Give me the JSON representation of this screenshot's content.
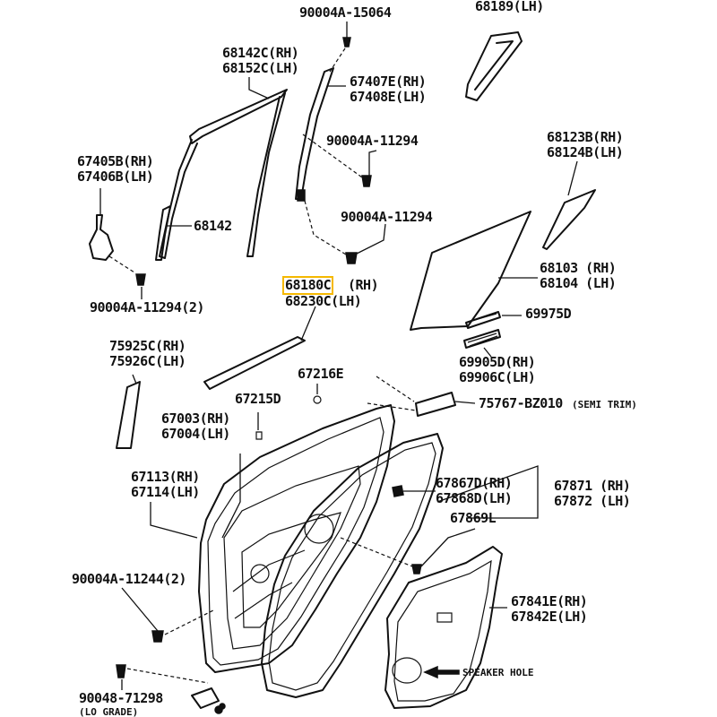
{
  "parts": {
    "p90004A_15064": "90004A-15064",
    "p68189": "68189(LH)",
    "p68142C": "68142C(RH)",
    "p68152C": "68152C(LH)",
    "p67407E": "67407E(RH)",
    "p67408E": "67408E(LH)",
    "p90004A_11294_a": "90004A-11294",
    "p90004A_11294_b": "90004A-11294",
    "p67405B": "67405B(RH)",
    "p67406B": "67406B(LH)",
    "p68142": "68142",
    "p68123B": "68123B(RH)",
    "p68124B": "68124B(LH)",
    "p68103": "68103 (RH)",
    "p68104": "68104 (LH)",
    "p90004A_11294_2": "90004A-11294(2)",
    "p68180C": "68180C",
    "p68180C_side": "(RH)",
    "p68230C": "68230C(LH)",
    "p69975D": "69975D",
    "p75925C": "75925C(RH)",
    "p75926C": "75926C(LH)",
    "p67216E": "67216E",
    "p69905D": "69905D(RH)",
    "p69906C": "69906C(LH)",
    "p67215D": "67215D",
    "p75767": "75767-BZ010",
    "p75767_note": "(SEMI TRIM)",
    "p67003": "67003(RH)",
    "p67004": "67004(LH)",
    "p67113": "67113(RH)",
    "p67114": "67114(LH)",
    "p67867D": "67867D(RH)",
    "p67868D": "67868D(LH)",
    "p67871": "67871 (RH)",
    "p67872": "67872 (LH)",
    "p67869L": "67869L",
    "p90004A_11244": "90004A-11244(2)",
    "p67841E": "67841E(RH)",
    "p67842E": "67842E(LH)",
    "speaker_hole": "SPEAKER HOLE",
    "p90048_71298": "90048-71298",
    "p90048_note": "(LO GRADE)"
  },
  "colors": {
    "line": "#111111",
    "highlight": "#f5b800",
    "background": "#ffffff"
  }
}
